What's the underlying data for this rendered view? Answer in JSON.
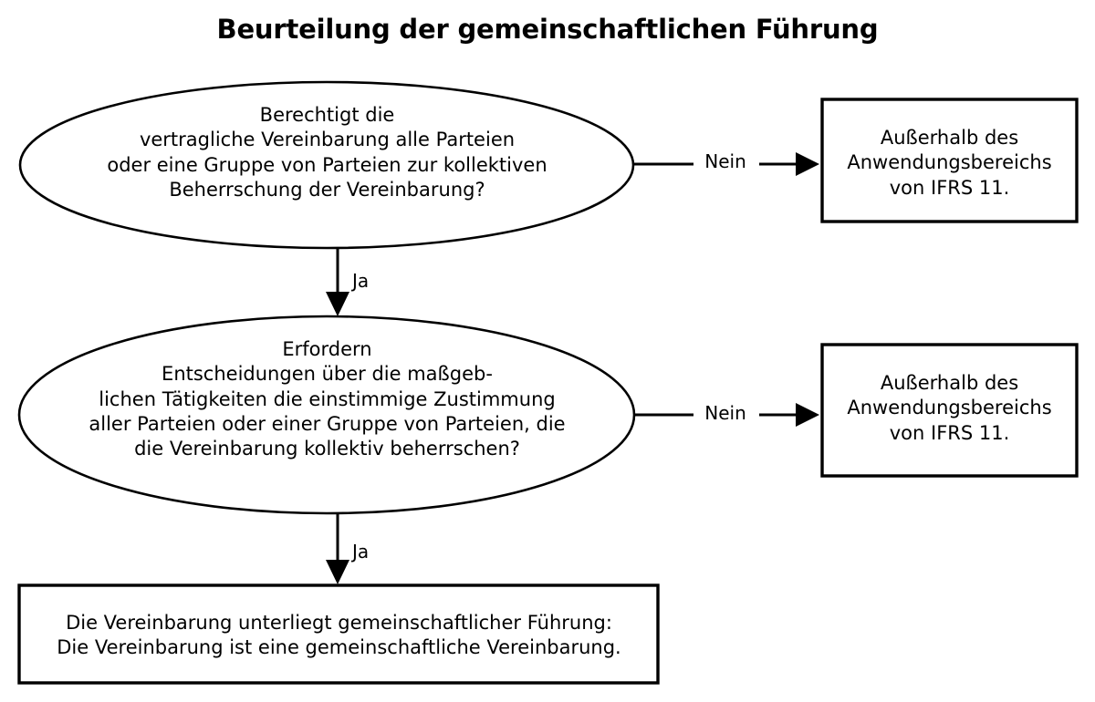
{
  "title": "Beurteilung der gemeinschaftlichen Führung",
  "diagram": {
    "type": "flowchart",
    "language": "de",
    "nodes": {
      "decision_1": {
        "shape": "ellipse",
        "text": "Berechtigt die\nvertragliche Vereinbarung alle Parteien\noder eine Gruppe von Parteien zur kollektiven\nBeherrschung der Vereinbarung?"
      },
      "decision_2": {
        "shape": "ellipse",
        "text": "Erfordern\nEntscheidungen über die maßgeb-\nlichen Tätigkeiten die einstimmige Zustimmung\naller Parteien oder einer Gruppe von Parteien, die\ndie Vereinbarung kollektiv beherrschen?"
      },
      "outcome_1": {
        "shape": "rectangle",
        "text": "Außerhalb des\nAnwendungsbereichs\nvon IFRS 11."
      },
      "outcome_2": {
        "shape": "rectangle",
        "text": "Außerhalb des\nAnwendungsbereichs\nvon IFRS 11."
      },
      "outcome_3": {
        "shape": "rectangle",
        "text": "Die Vereinbarung unterliegt gemeinschaftlicher Führung:\nDie Vereinbarung ist eine gemeinschaftliche Vereinbarung."
      }
    },
    "edges": [
      {
        "from": "decision_1",
        "to": "outcome_1",
        "label": "Nein",
        "direction": "right"
      },
      {
        "from": "decision_1",
        "to": "decision_2",
        "label": "Ja",
        "direction": "down"
      },
      {
        "from": "decision_2",
        "to": "outcome_2",
        "label": "Nein",
        "direction": "right"
      },
      {
        "from": "decision_2",
        "to": "outcome_3",
        "label": "Ja",
        "direction": "down"
      }
    ]
  },
  "colors": {
    "background": "#ffffff",
    "stroke": "#000000",
    "text": "#000000"
  }
}
